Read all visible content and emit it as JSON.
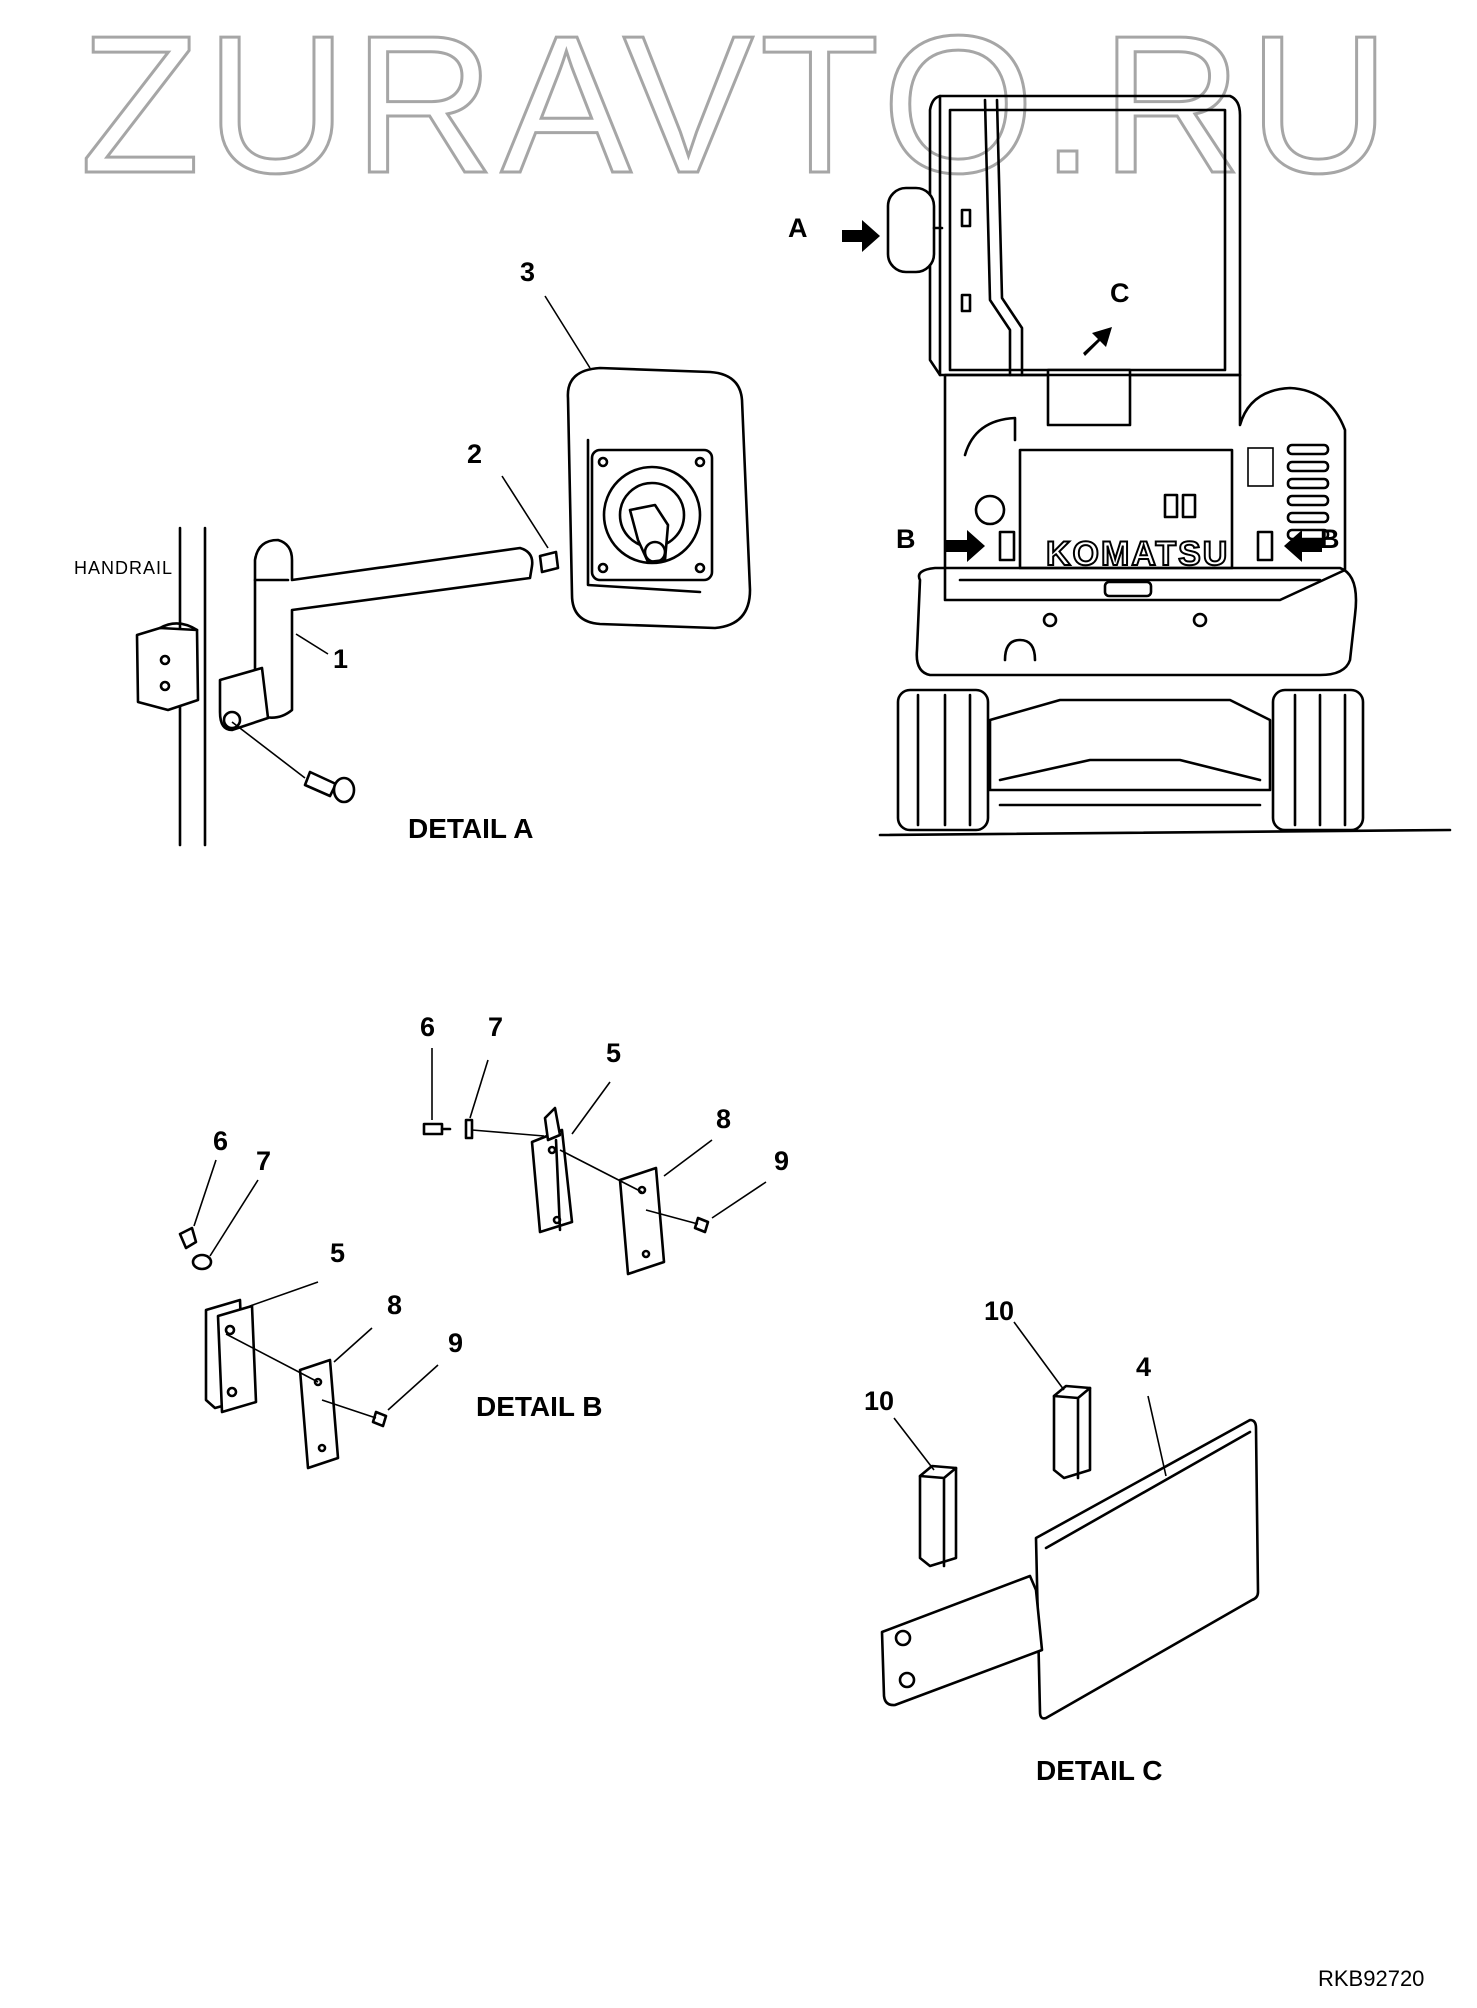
{
  "watermark": "ZURAVTO.RU",
  "drawing_code": "RKB92720",
  "details": {
    "a": {
      "caption": "DETAIL A",
      "handrail_label": "HANDRAIL"
    },
    "b": {
      "caption": "DETAIL B"
    },
    "c": {
      "caption": "DETAIL C"
    }
  },
  "view_refs": {
    "a": "A",
    "b_left": "B",
    "b_right": "B",
    "c": "C"
  },
  "machine_logo": "KOMATSU",
  "callouts": {
    "a_1": "1",
    "a_2": "2",
    "a_3": "3",
    "b1_6": "6",
    "b1_7": "7",
    "b1_5": "5",
    "b1_8": "8",
    "b1_9": "9",
    "b2_6": "6",
    "b2_7": "7",
    "b2_5": "5",
    "b2_8": "8",
    "b2_9": "9",
    "c_10a": "10",
    "c_10b": "10",
    "c_4": "4"
  },
  "colors": {
    "line": "#000000",
    "watermark_outline": "#a6a6a6",
    "background": "#ffffff"
  }
}
